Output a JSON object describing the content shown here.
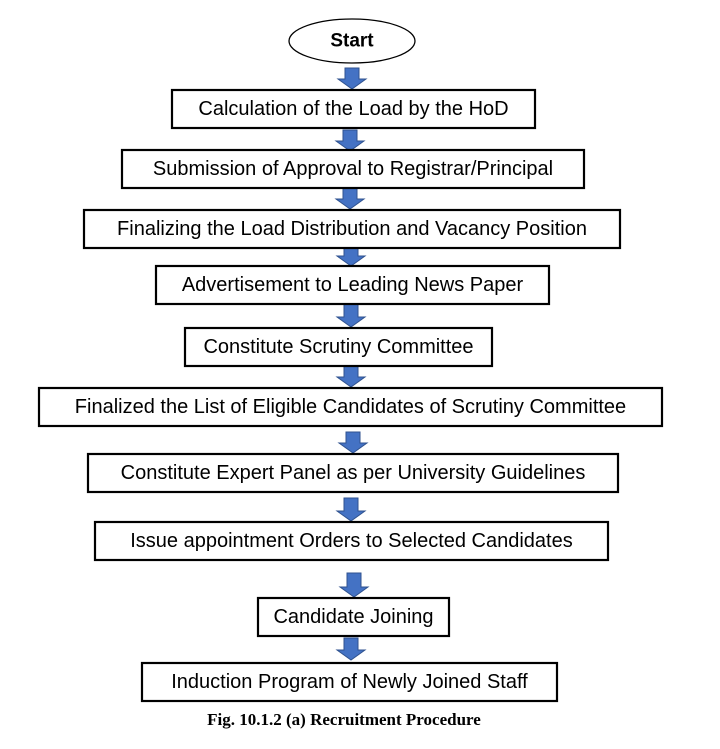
{
  "diagram": {
    "start": "Start",
    "steps": [
      "Calculation of the Load by the HoD",
      "Submission of Approval to Registrar/Principal",
      "Finalizing the Load Distribution and Vacancy Position",
      "Advertisement to Leading News Paper",
      "Constitute Scrutiny Committee",
      "Finalized the List of Eligible Candidates of Scrutiny Committee",
      "Constitute Expert Panel as per University Guidelines",
      "Issue appointment Orders to Selected Candidates",
      "Candidate Joining",
      "Induction Program of Newly Joined Staff"
    ],
    "colors": {
      "arrow_fill": "#4472c4",
      "arrow_stroke": "#2f528f",
      "box_stroke": "#000000"
    }
  },
  "caption": "Fig. 10.1.2 (a)  Recruitment Procedure"
}
